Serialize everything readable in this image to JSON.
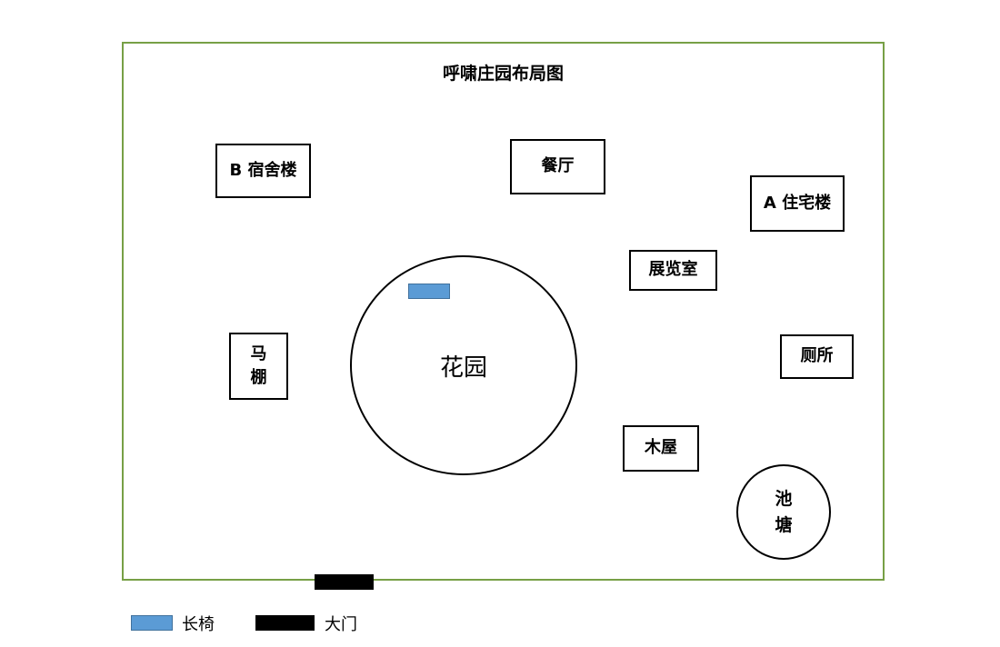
{
  "title": "呼啸庄园布局图",
  "buildings": {
    "dorm_b": "B 宿舍楼",
    "dining": "餐厅",
    "residence_a": "A 住宅楼",
    "exhibition": "展览室",
    "stable": "马棚",
    "toilet": "厕所",
    "cabin": "木屋"
  },
  "garden": "花园",
  "pond": "池塘",
  "legend": {
    "bench": "长椅",
    "gate": "大门"
  },
  "colors": {
    "frame": "#77a046",
    "bench": "#5b9bd5",
    "gate": "#000000"
  }
}
